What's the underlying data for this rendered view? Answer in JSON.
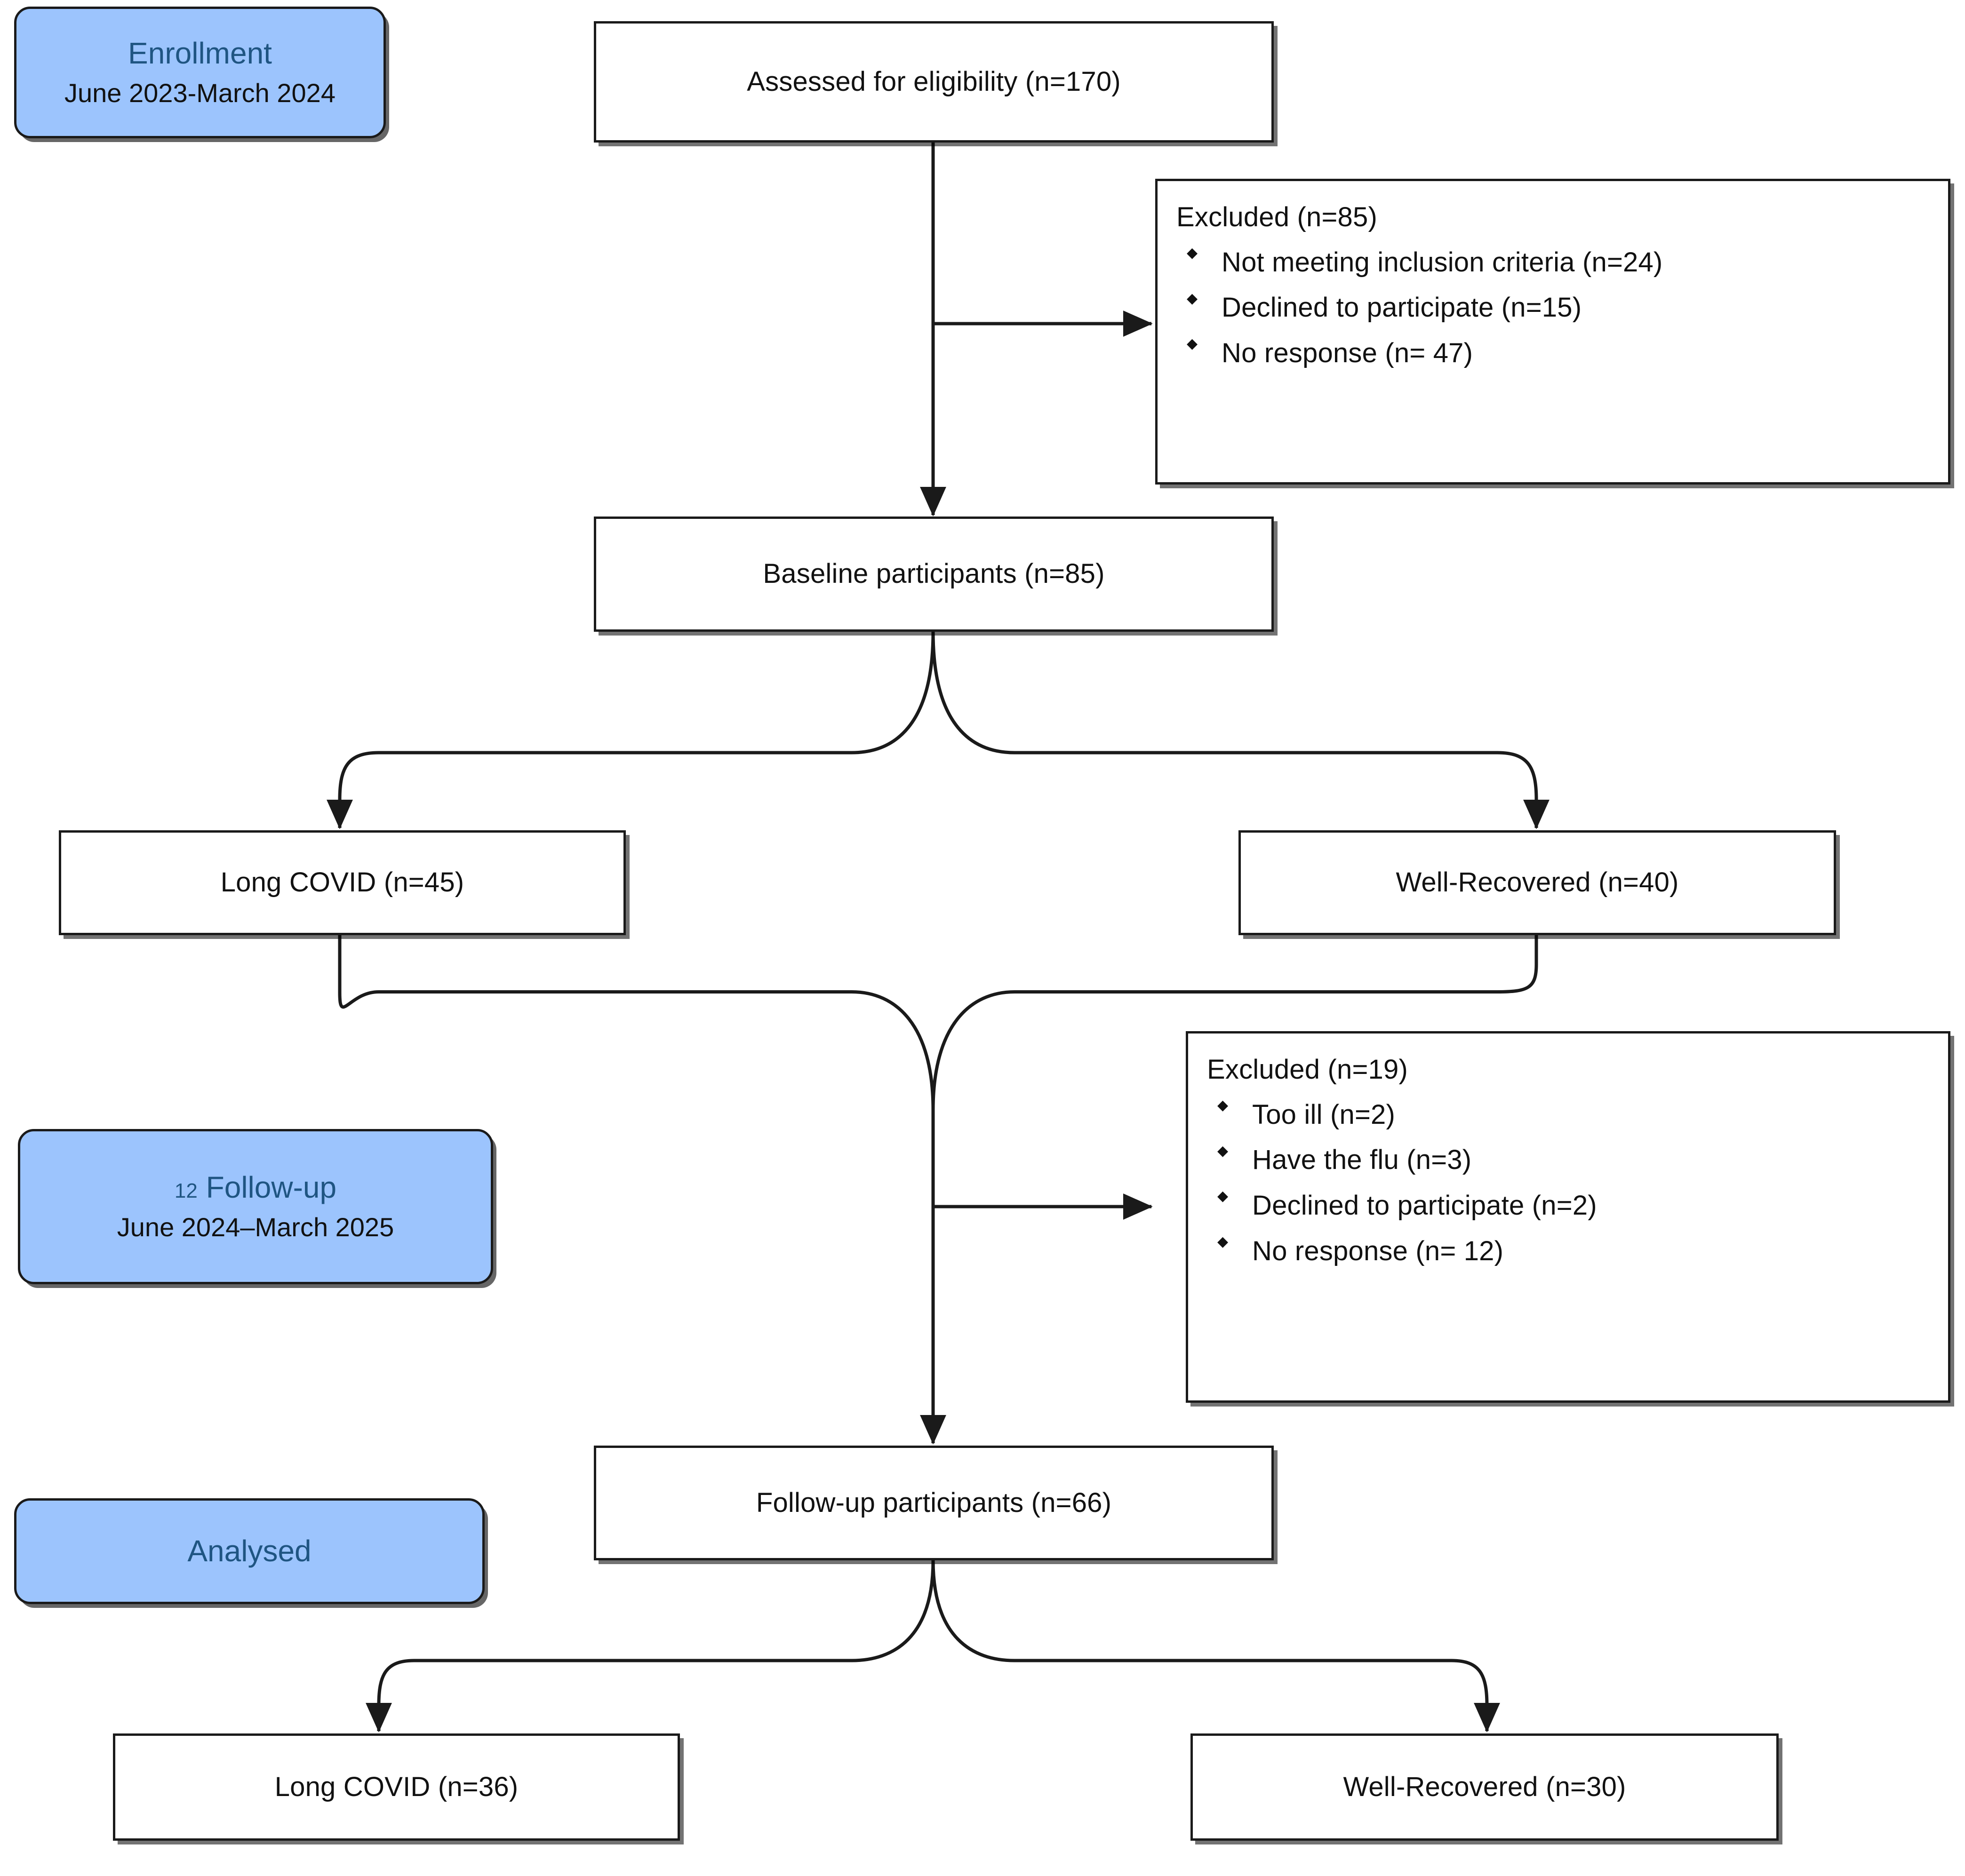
{
  "diagram": {
    "type": "consort-flow-diagram",
    "title": "Study participant flow"
  },
  "stages": [
    {
      "id": "enrollment",
      "title": "Enrollment",
      "title_prefix": "",
      "subtitle": "June 2023-March  2024"
    },
    {
      "id": "followup",
      "title": " Follow-up",
      "title_prefix": "12",
      "subtitle": "June 2024–March 2025"
    },
    {
      "id": "analysed",
      "title": "Analysed",
      "title_prefix": "",
      "subtitle": ""
    }
  ],
  "nodes": {
    "assessed": {
      "label": "Assessed for eligibility (n=170)",
      "n": 170
    },
    "baseline": {
      "label": "Baseline participants (n=85)",
      "n": 85
    },
    "baseline_long_covid": {
      "label": "Long COVID  (n=45)",
      "n": 45
    },
    "baseline_well_recovered": {
      "label": "Well-Recovered  (n=40)",
      "n": 40
    },
    "followup_total": {
      "label": "Follow-up participants (n=66)",
      "n": 66
    },
    "followup_long_covid": {
      "label": "Long COVID  (n=36)",
      "n": 36
    },
    "followup_well_recovered": {
      "label": "Well-Recovered  (n=30)",
      "n": 30
    }
  },
  "excluded_enrollment": {
    "heading": "Excluded (n=85)",
    "total": 85,
    "reasons": [
      {
        "label": "Not meeting inclusion criteria (n=24)",
        "n": 24
      },
      {
        "label": "Declined to participate (n=15)",
        "n": 15
      },
      {
        "label": "No response (n= 47)",
        "n": 47
      }
    ]
  },
  "excluded_followup": {
    "heading": "Excluded (n=19)",
    "total": 19,
    "reasons": [
      {
        "label": "Too ill (n=2)",
        "n": 2
      },
      {
        "label": "Have the flu (n=3)",
        "n": 3
      },
      {
        "label": "Declined to participate (n=2)",
        "n": 2
      },
      {
        "label": "No response (n= 12)",
        "n": 12
      }
    ]
  },
  "colors": {
    "badge_fill": "#9cc4fd",
    "badge_text": "#1f5582",
    "box_stroke": "#1a1a1a",
    "body_text": "#111111",
    "canvas": "#ffffff"
  },
  "icons": {
    "bullet": "diamond-bullet-icon",
    "arrow": "arrowhead-icon"
  }
}
